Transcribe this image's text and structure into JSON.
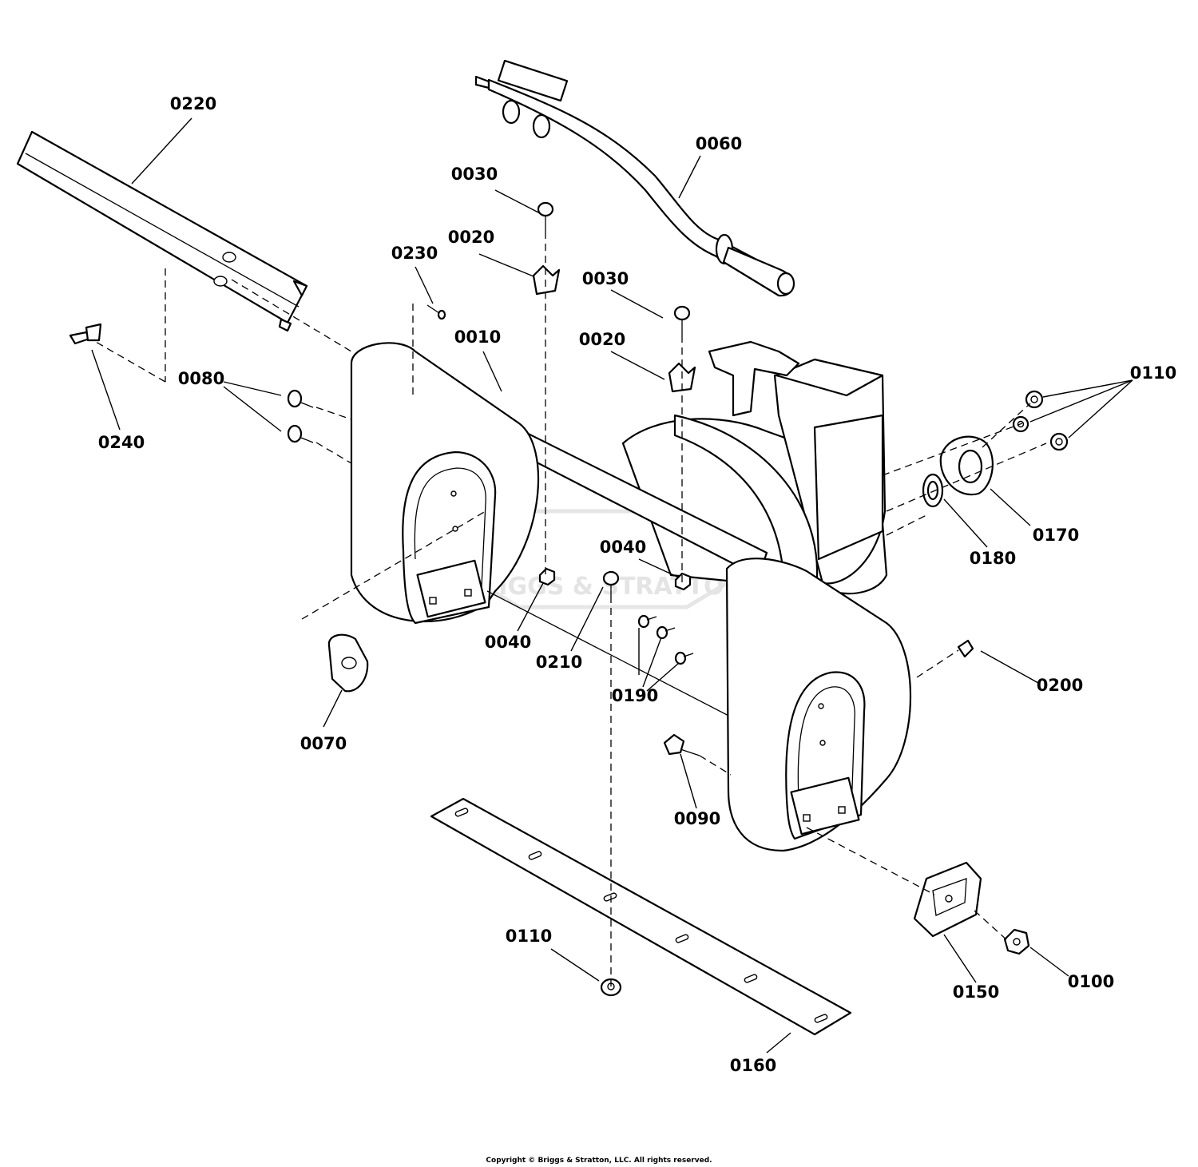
{
  "parts": {
    "p0010": "0010",
    "p0020": "0020",
    "p0030": "0030",
    "p0040": "0040",
    "p0060": "0060",
    "p0070": "0070",
    "p0080": "0080",
    "p0090": "0090",
    "p0100": "0100",
    "p0110": "0110",
    "p0150": "0150",
    "p0160": "0160",
    "p0170": "0170",
    "p0180": "0180",
    "p0190": "0190",
    "p0200": "0200",
    "p0210": "0210",
    "p0220": "0220",
    "p0230": "0230",
    "p0240": "0240"
  },
  "watermark": "BRIGGS & STRATTON",
  "copyright": "Copyright © Briggs & Stratton, LLC. All rights reserved."
}
